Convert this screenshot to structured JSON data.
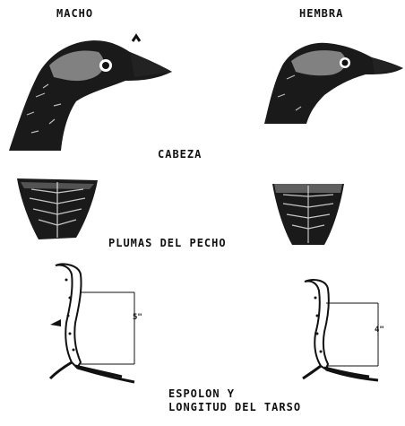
{
  "labels": {
    "male": "MACHO",
    "female": "HEMBRA",
    "head": "CABEZA",
    "breast_feathers": "PLUMAS DEL PECHO",
    "spur_line1": "ESPOLON Y",
    "spur_line2": "LONGITUD DEL TARSO"
  },
  "tarsus_marks": {
    "male": "5\"",
    "female": "4\""
  },
  "colors": {
    "ink": "#111111",
    "paper": "#ffffff"
  }
}
